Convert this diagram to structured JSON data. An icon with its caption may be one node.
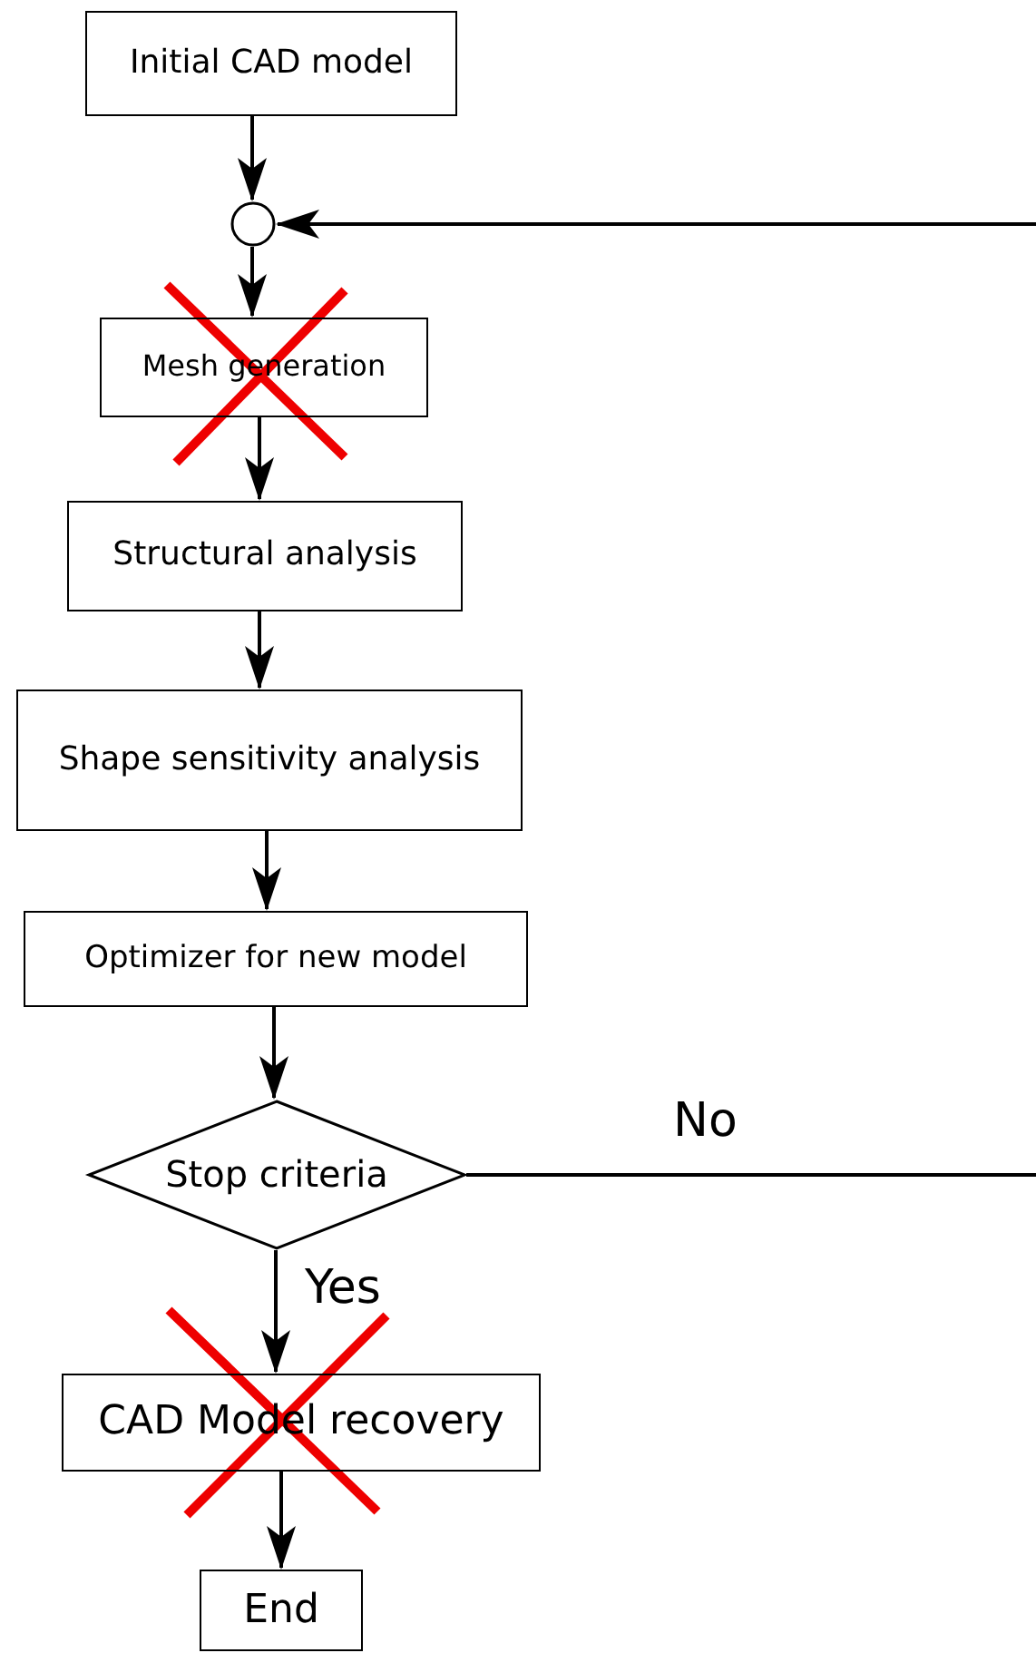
{
  "diagram": {
    "nodes": [
      {
        "text": [
          "Initial CAD model"
        ]
      },
      {
        "text": [],
        "shape": "circle"
      },
      {
        "text": [
          "Mesh generation"
        ]
      },
      {
        "text": [
          "Structural analysis"
        ]
      },
      {
        "text": [
          "Shape sensitivity analysis"
        ]
      },
      {
        "text": [
          "Optimizer for new model"
        ]
      },
      {
        "text": [
          "Stop criteria"
        ]
      },
      {
        "text": [
          "CAD Model recovery"
        ]
      },
      {
        "text": [
          "End"
        ]
      }
    ],
    "edges": [
      {
        "from": 0,
        "to": 1,
        "arrow": "to"
      },
      {
        "from": 1,
        "to": 2,
        "arrow": "to"
      },
      {
        "from": 2,
        "to": 3,
        "arrow": "to"
      },
      {
        "from": 3,
        "to": 4,
        "arrow": "to"
      },
      {
        "from": 4,
        "to": 5,
        "arrow": "to"
      },
      {
        "from": 5,
        "to": 6,
        "arrow": "to"
      },
      {
        "from": 6,
        "to": 7,
        "arrow": "to",
        "label": "Yes"
      },
      {
        "from": 7,
        "to": 8,
        "arrow": "to"
      },
      {
        "from": 6,
        "to": 1,
        "arrow": "to",
        "label": "No"
      }
    ]
  }
}
